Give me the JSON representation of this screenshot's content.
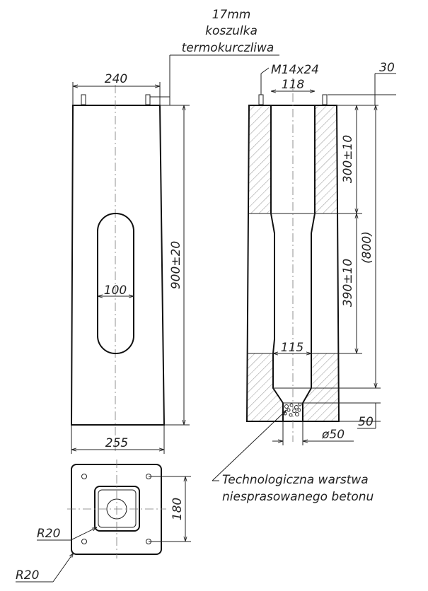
{
  "labels": {
    "sleeve_size": "17mm",
    "sleeve_word1": "koszulka",
    "sleeve_word2": "termokurczliwa",
    "top_width": "240",
    "total_height": "900±20",
    "slot_width": "100",
    "bottom_width": "255",
    "bolt": "M14x24",
    "hole_top": "118",
    "top_offset": "30",
    "upper_section": "300±10",
    "overall_inner": "(800)",
    "middle_section": "390±10",
    "hole_bottom": "115",
    "bottom_offset": "50",
    "drain_diameter": "ø50",
    "note_line1": "Technologiczna warstwa",
    "note_line2": "niesprasowanego betonu",
    "plan_dim": "180",
    "radius_inner": "R20",
    "radius_outer": "R20"
  }
}
